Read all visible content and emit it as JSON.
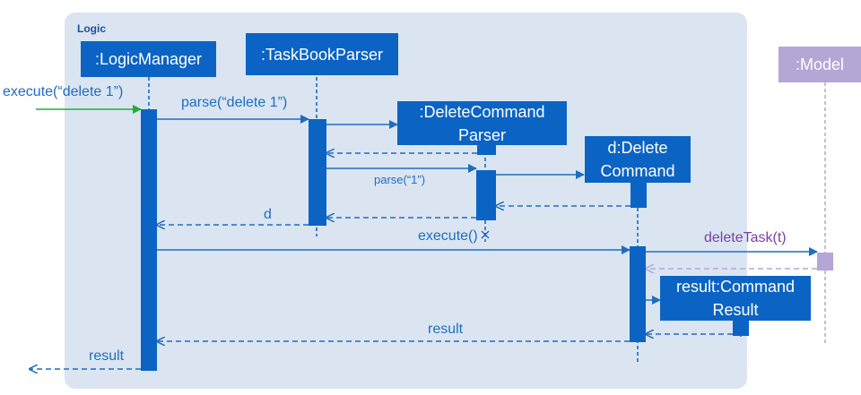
{
  "frame": {
    "title": "Logic"
  },
  "participants": {
    "logic_manager": ":LogicManager",
    "taskbook_parser": ":TaskBookParser",
    "delete_command_parser": ":DeleteCommand Parser",
    "delete_command": "d:Delete Command",
    "command_result": "result:Command Result",
    "model": ":Model"
  },
  "messages": {
    "execute_delete": "execute(“delete 1”)",
    "parse_delete": "parse(“delete 1”)",
    "parse_1": "parse(“1”)",
    "return_d": "d",
    "execute_call": "execute()",
    "delete_task": "deleteTask(t)",
    "return_result_inner": "result",
    "return_result_outer": "result"
  },
  "colors": {
    "frame_bg": "#dbe5f1",
    "participant": "#0b63c4",
    "model": "#b4a7d6",
    "message": "#1f6dbf",
    "entry_arrow": "#1fae3a",
    "delete_task_label": "#7b3fa7"
  }
}
